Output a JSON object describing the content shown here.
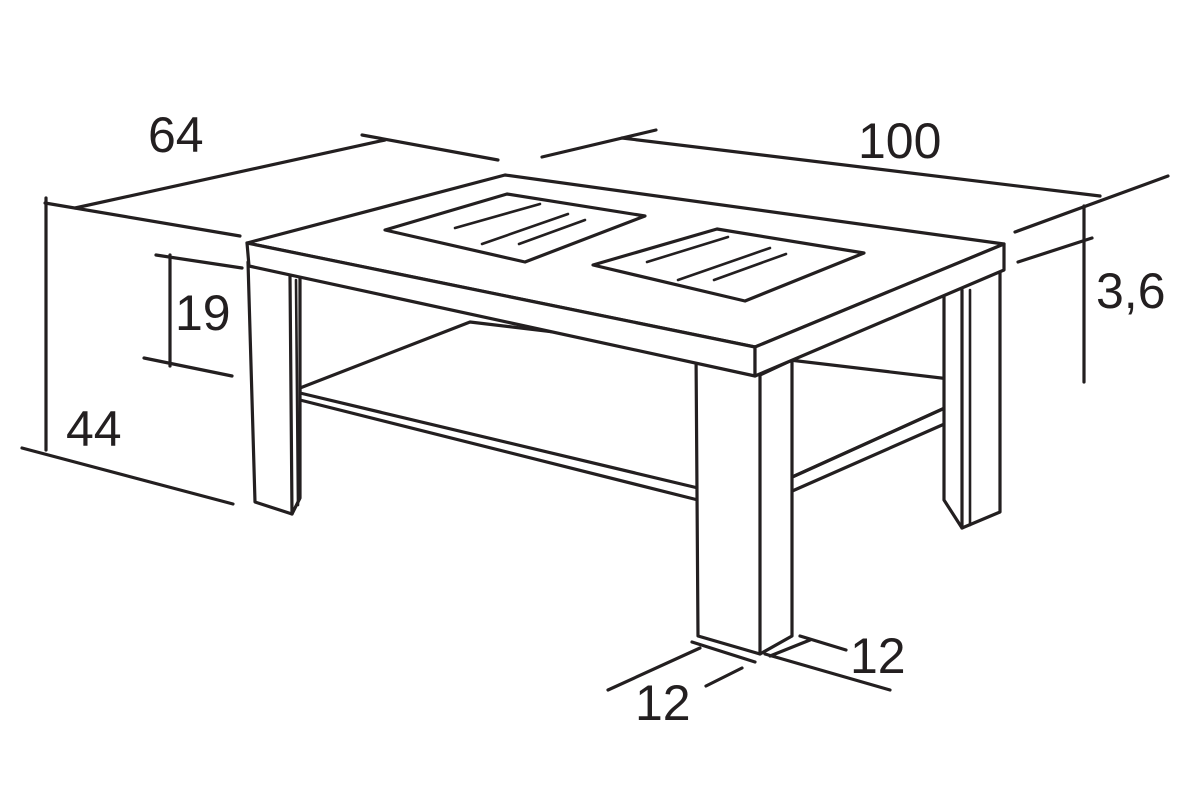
{
  "figure": {
    "kind": "coffee table dimension drawing",
    "line_color": "#231f20",
    "background": "#ffffff"
  },
  "dimensions": {
    "depth": "64",
    "width": "100",
    "top_thickness": "3,6",
    "shelf_clearance": "19",
    "height": "44",
    "leg_width_front": "12",
    "leg_width_side": "12"
  }
}
